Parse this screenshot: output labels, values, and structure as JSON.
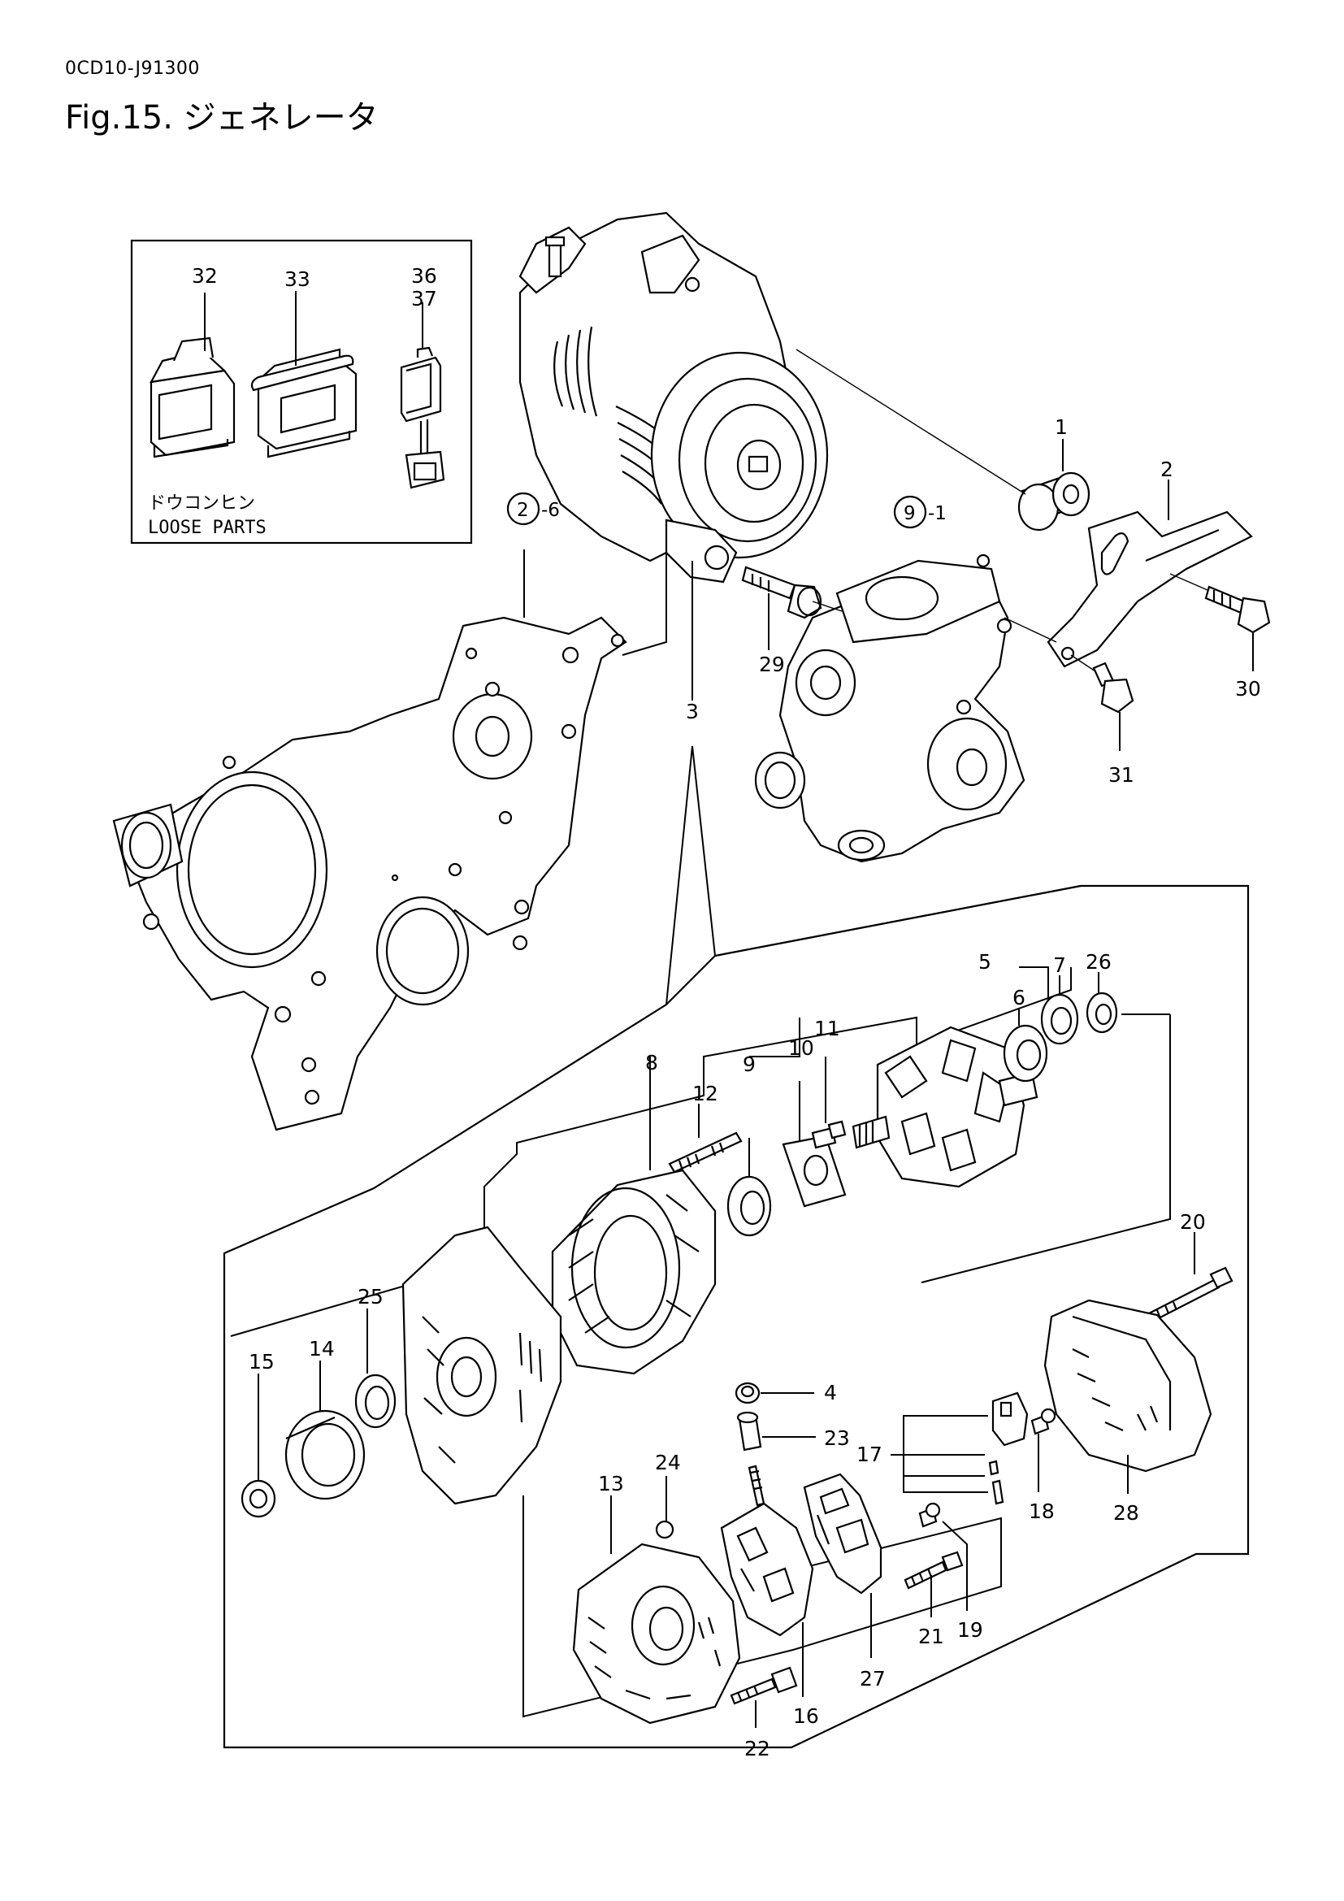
{
  "header": {
    "doc_code": "0CD10-J91300",
    "figure_title": "Fig.15. ジェネレータ"
  },
  "loose_parts": {
    "label_jp": "ドウコンヒン",
    "label_en": "LOOSE PARTS"
  },
  "callouts": {
    "c1": "1",
    "c2": "2",
    "c2_6_circle": "2",
    "c2_6_suffix": "-6",
    "c3": "3",
    "c4": "4",
    "c5": "5",
    "c6": "6",
    "c7": "7",
    "c8": "8",
    "c9": "9",
    "c9_1_circle": "9",
    "c9_1_suffix": "-1",
    "c10": "10",
    "c11": "11",
    "c12": "12",
    "c13": "13",
    "c14": "14",
    "c15": "15",
    "c16": "16",
    "c17": "17",
    "c18": "18",
    "c19": "19",
    "c20": "20",
    "c21": "21",
    "c22": "22",
    "c23": "23",
    "c24": "24",
    "c25": "25",
    "c26": "26",
    "c27": "27",
    "c28": "28",
    "c29": "29",
    "c30": "30",
    "c31": "31",
    "c32": "32",
    "c33": "33",
    "c36": "36",
    "c37": "37"
  }
}
